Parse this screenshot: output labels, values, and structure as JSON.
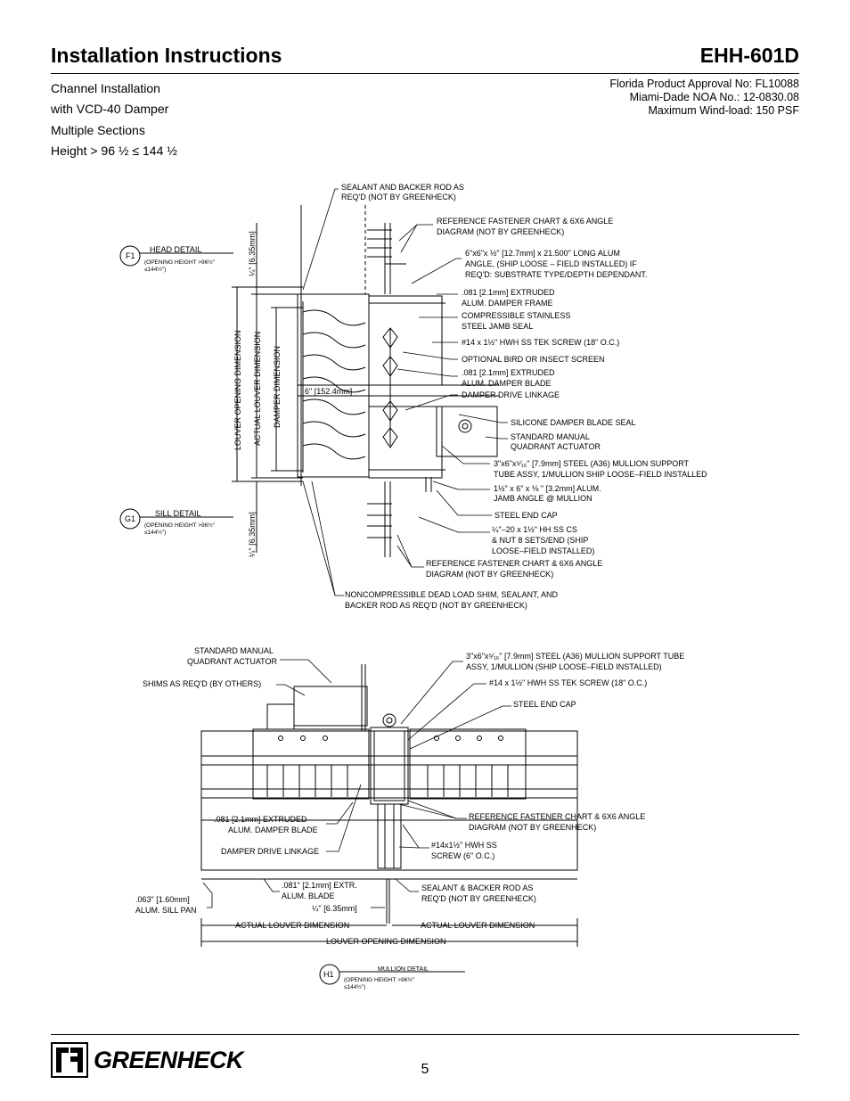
{
  "header": {
    "title": "Installation Instructions",
    "model": "EHH-601D"
  },
  "subtitle": {
    "line1": "Channel Installation",
    "line2": "with VCD-40 Damper",
    "line3": "Multiple Sections",
    "line4": "Height > 96 ½ ≤ 144 ½"
  },
  "approvals": {
    "florida": "Florida Product Approval No: FL10088",
    "miami": "Miami-Dade NOA No.: 12-0830.08",
    "windload": "Maximum Wind-load: 150 PSF"
  },
  "section_drawing": {
    "callouts": {
      "sealant_1": "SEALANT AND BACKER ROD AS",
      "sealant_2": "REQ'D (NOT BY GREENHECK)",
      "ref_top_1": "REFERENCE FASTENER CHART & 6X6 ANGLE",
      "ref_top_2": "DIAGRAM (NOT BY GREENHECK)",
      "angle_1": "6\"x6\"x ½\" [12.7mm] x 21.500\" LONG ALUM",
      "angle_2": "ANGLE, (SHIP LOOSE – FIELD INSTALLED) IF",
      "angle_3": "REQ'D: SUBSTRATE TYPE/DEPTH DEPENDANT.",
      "frame_1": ".081 [2.1mm] EXTRUDED",
      "frame_2": "ALUM. DAMPER FRAME",
      "jamb_1": "COMPRESSIBLE STAINLESS",
      "jamb_2": "STEEL JAMB SEAL",
      "tek": "#14 x 1½\" HWH SS TEK SCREW (18\" O.C.)",
      "screen": "OPTIONAL BIRD OR INSECT SCREEN",
      "blade_1": ".081 [2.1mm] EXTRUDED",
      "blade_2": "ALUM. DAMPER BLADE",
      "linkage": "DAMPER DRIVE LINKAGE",
      "seal": "SILICONE DAMPER BLADE SEAL",
      "actuator_1": "STANDARD MANUAL",
      "actuator_2": "QUADRANT ACTUATOR",
      "mullion_1": "3\"x6\"x⁵⁄₁₆\" [7.9mm] STEEL (A36) MULLION SUPPORT",
      "mullion_2": "TUBE ASSY, 1/MULLION SHIP LOOSE–FIELD INSTALLED",
      "jambangle_1": "1½\" x 6\" x ⅛ \" [3.2mm] ALUM.",
      "jambangle_2": "JAMB ANGLE @ MULLION",
      "endcap": "STEEL END CAP",
      "bolt_1": "¼\"–20 x 1½\" HH SS CS",
      "bolt_2": "& NUT 8 SETS/END (SHIP",
      "bolt_3": "LOOSE–FIELD INSTALLED)",
      "ref_bot_1": "REFERENCE FASTENER CHART & 6X6 ANGLE",
      "ref_bot_2": "DIAGRAM (NOT BY GREENHECK)",
      "shim_1": "NONCOMPRESSIBLE DEAD LOAD SHIM, SEALANT, AND",
      "shim_2": "BACKER ROD AS REQ'D (NOT BY GREENHECK)"
    },
    "dims": {
      "top_gap": "¼\" [6.35mm]",
      "bottom_gap": "¼\" [6.35mm]",
      "louver_opening": "LOUVER OPENING DIMENSION",
      "actual_louver": "ACTUAL LOUVER DIMENSION",
      "damper_dim": "DAMPER DIMENSION",
      "six_inch": "6\" [152.4mm]"
    },
    "tags": {
      "head_id": "F1",
      "head_title": "HEAD DETAIL",
      "head_note_1": "(OPENING HEIGHT >96½\"",
      "head_note_2": "≤144½\")",
      "sill_id": "G1",
      "sill_title": "SILL DETAIL",
      "sill_note_1": "(OPENING HEIGHT >96½\"",
      "sill_note_2": "≤144½\")"
    }
  },
  "plan_drawing": {
    "callouts": {
      "actuator_1": "STANDARD MANUAL",
      "actuator_2": "QUADRANT ACTUATOR",
      "shims": "SHIMS AS REQ'D (BY OTHERS)",
      "tube_1": "3\"x6\"x⁵⁄₁₆\" [7.9mm] STEEL (A36) MULLION SUPPORT TUBE",
      "tube_2": "ASSY, 1/MULLION (SHIP LOOSE–FIELD INSTALLED)",
      "tek": "#14 x 1½\" HWH SS TEK SCREW (18\" O.C.)",
      "endcap": "STEEL END CAP",
      "blade_1": ".081 [2.1mm] EXTRUDED",
      "blade_2": "ALUM. DAMPER BLADE",
      "ref_1": "REFERENCE FASTENER CHART & 6X6 ANGLE",
      "ref_2": "DIAGRAM (NOT BY GREENHECK)",
      "linkage": "DAMPER DRIVE LINKAGE",
      "hwh_1": "#14x1½\" HWH SS",
      "hwh_2": "SCREW (6\" O.C.)",
      "sillpan_1": ".063\" [1.60mm]",
      "sillpan_2": "ALUM. SILL PAN",
      "extr_1": ".081\" [2.1mm] EXTR.",
      "extr_2": "ALUM. BLADE",
      "gap": "¼\" [6.35mm]",
      "sealant_1": "SEALANT & BACKER ROD AS",
      "sealant_2": "REQ'D (NOT BY GREENHECK)",
      "actual_left": "ACTUAL LOUVER DIMENSION",
      "actual_right": "ACTUAL LOUVER DIMENSION",
      "opening": "LOUVER OPENING DIMENSION"
    },
    "tags": {
      "mullion_id": "H1",
      "mullion_title": "MULLION DETAIL",
      "mullion_note_1": "(OPENING HEIGHT >96½\"",
      "mullion_note_2": "≤144½\")"
    }
  },
  "footer": {
    "brand": "GREENHECK",
    "page_number": "5"
  }
}
